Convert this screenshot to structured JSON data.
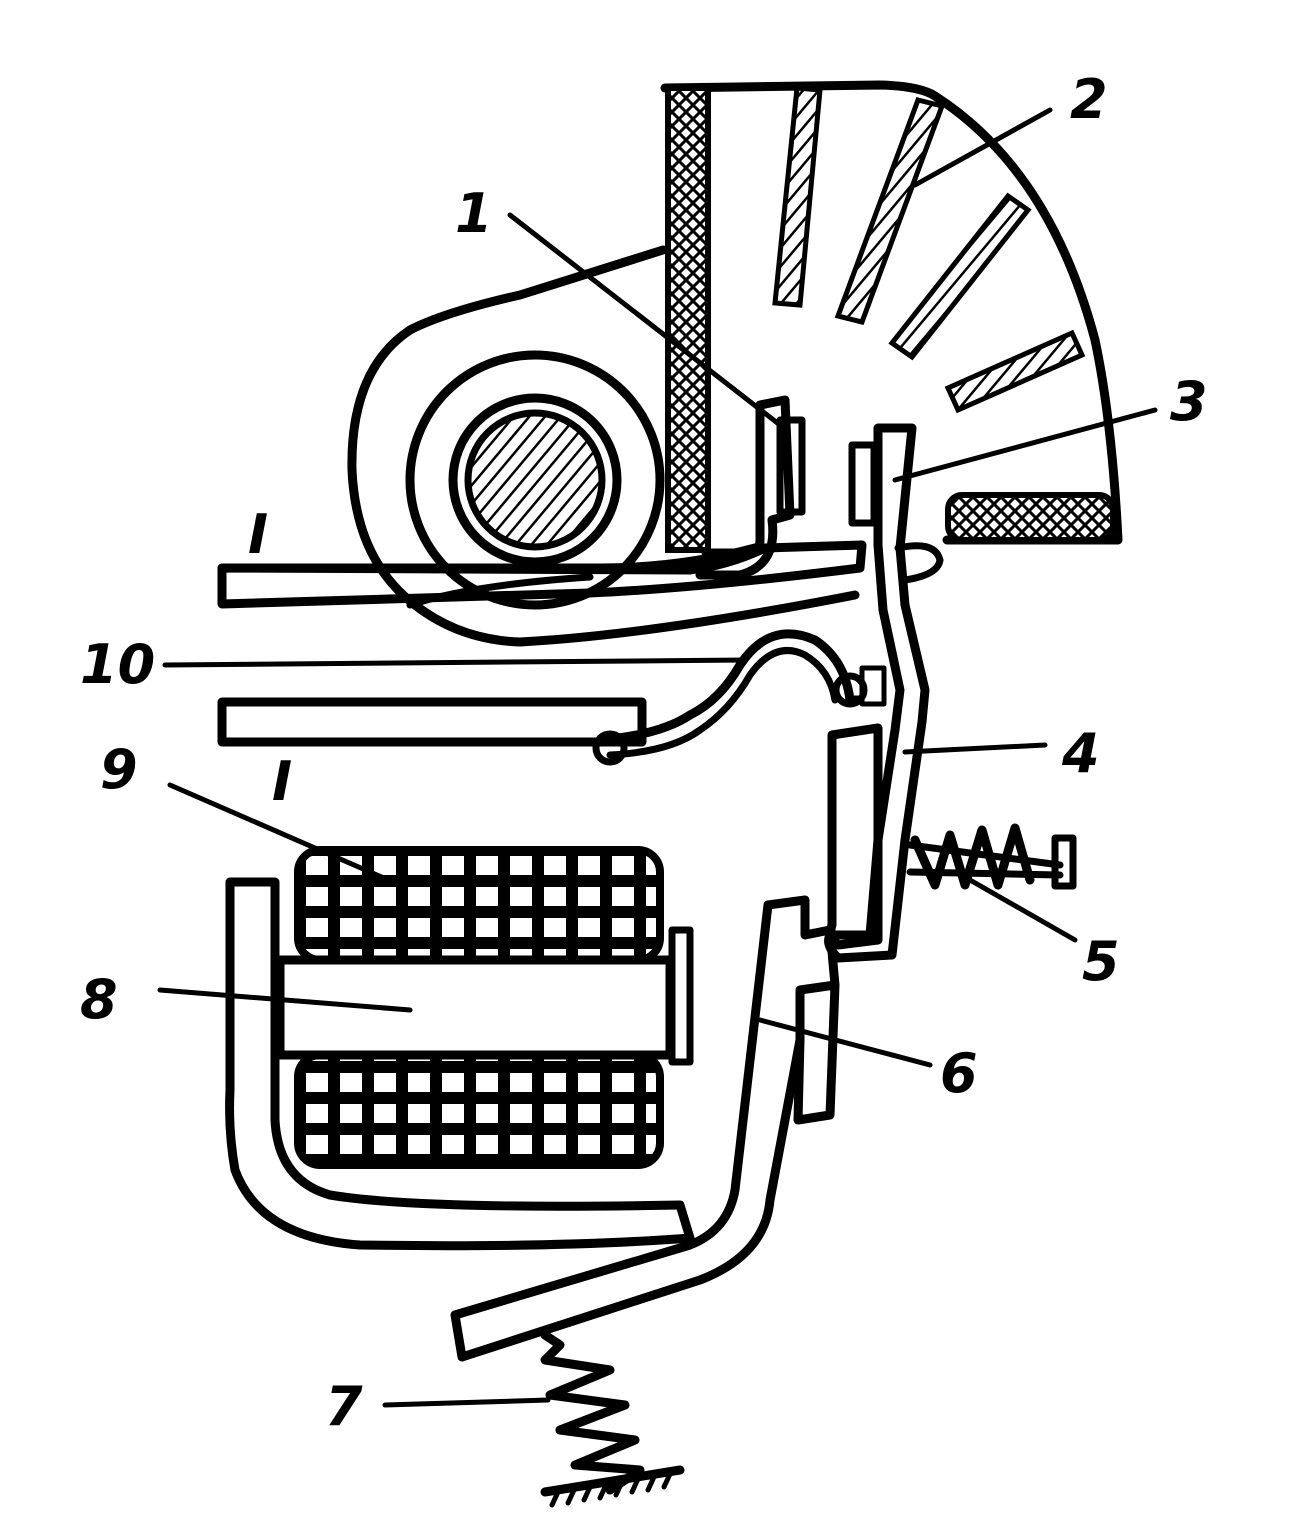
{
  "diagram": {
    "labels": {
      "l1": "1",
      "l2": "2",
      "l3": "3",
      "l4": "4",
      "l5": "5",
      "l6": "6",
      "l7": "7",
      "l8": "8",
      "l9": "9",
      "l10": "10",
      "conductorTop": "I",
      "conductorBottom": "I"
    },
    "colors": {
      "ink": "#000000",
      "paper": "#ffffff"
    }
  }
}
